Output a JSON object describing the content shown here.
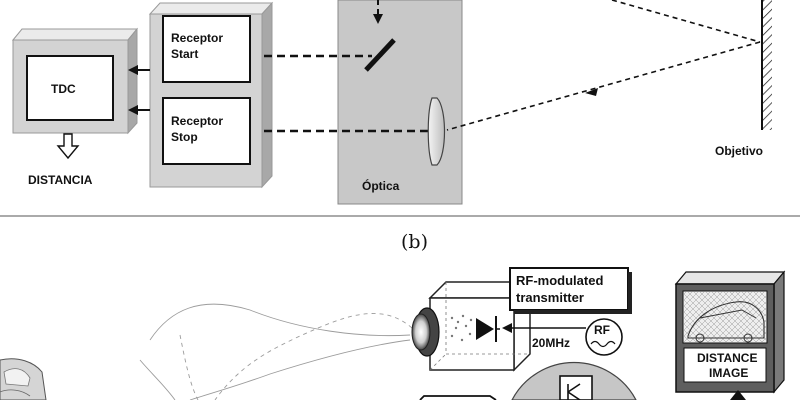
{
  "figure_a": {
    "tdc_label": "TDC",
    "receptor_start": [
      "Receptor",
      "Start"
    ],
    "receptor_stop": [
      "Receptor",
      "Stop"
    ],
    "distancia_label": "DISTANCIA",
    "optica_label": "Óptica",
    "objetivo_label": "Objetivo"
  },
  "caption_b": "(b)",
  "figure_b": {
    "transmitter_label": [
      "RF-modulated",
      "transmitter"
    ],
    "frequency_label": "20MHz",
    "rf_label": "RF",
    "distance_image_label": [
      "DISTANCE",
      "IMAGE"
    ]
  },
  "colors": {
    "box_gray": "#d3d3d3",
    "box_inner": "#ffffff",
    "optics_gray": "#c8c8c8",
    "line": "#111111"
  }
}
